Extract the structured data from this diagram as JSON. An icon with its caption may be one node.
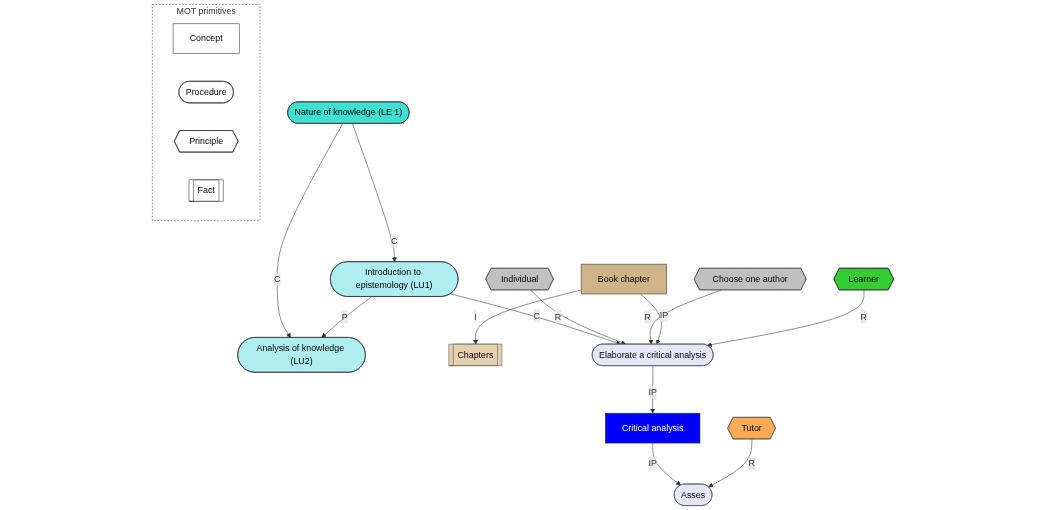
{
  "diagram": {
    "nodes": [
      {
        "text": [
          "MOT primitives"
        ]
      },
      {
        "text": [
          "Concept"
        ],
        "in": 0
      },
      {
        "text": [
          "Procedure"
        ],
        "in": 0
      },
      {
        "text": [
          "Principle"
        ],
        "in": 0
      },
      {
        "text": [
          "Fact"
        ],
        "in": 0
      },
      {
        "text": [
          "Nature of knowledge (LE 1)"
        ]
      },
      {
        "text": [
          "Introduction to epistemology (LU1)"
        ]
      },
      {
        "text": [
          "Analysis of knowledge (LU2)"
        ]
      },
      {
        "text": [
          "Individual"
        ]
      },
      {
        "text": [
          "Choose one author"
        ]
      },
      {
        "text": [
          "Chapters"
        ]
      },
      {
        "text": [
          "Book chapter"
        ]
      },
      {
        "text": [
          "Elaborate a critical analysis"
        ]
      },
      {
        "text": [
          "Asses"
        ]
      },
      {
        "text": [
          "Learner"
        ]
      },
      {
        "text": [
          "Critical analysis"
        ]
      },
      {
        "text": [
          "Tutor"
        ]
      }
    ],
    "edges": [
      {
        "from": 5,
        "to": 6,
        "arrow": "to",
        "label": "C"
      },
      {
        "from": 5,
        "to": 7,
        "arrow": "to",
        "label": "C"
      },
      {
        "from": 6,
        "to": 7,
        "arrow": "to",
        "label": "P"
      },
      {
        "from": 6,
        "to": 12,
        "arrow": "to",
        "label": "C"
      },
      {
        "from": 8,
        "to": 12,
        "arrow": "to",
        "label": "R"
      },
      {
        "from": 9,
        "to": 12,
        "arrow": "to",
        "label": "R"
      },
      {
        "from": 11,
        "to": 10,
        "arrow": "to",
        "label": "I"
      },
      {
        "from": 11,
        "to": 12,
        "arrow": "to",
        "label": "IP"
      },
      {
        "from": 14,
        "to": 12,
        "arrow": "to",
        "label": "R"
      },
      {
        "from": 12,
        "to": 15,
        "arrow": "to",
        "label": "IP"
      },
      {
        "from": 15,
        "to": 13,
        "arrow": "to",
        "label": "IP"
      },
      {
        "from": 16,
        "to": 13,
        "arrow": "to",
        "label": "R"
      }
    ]
  }
}
